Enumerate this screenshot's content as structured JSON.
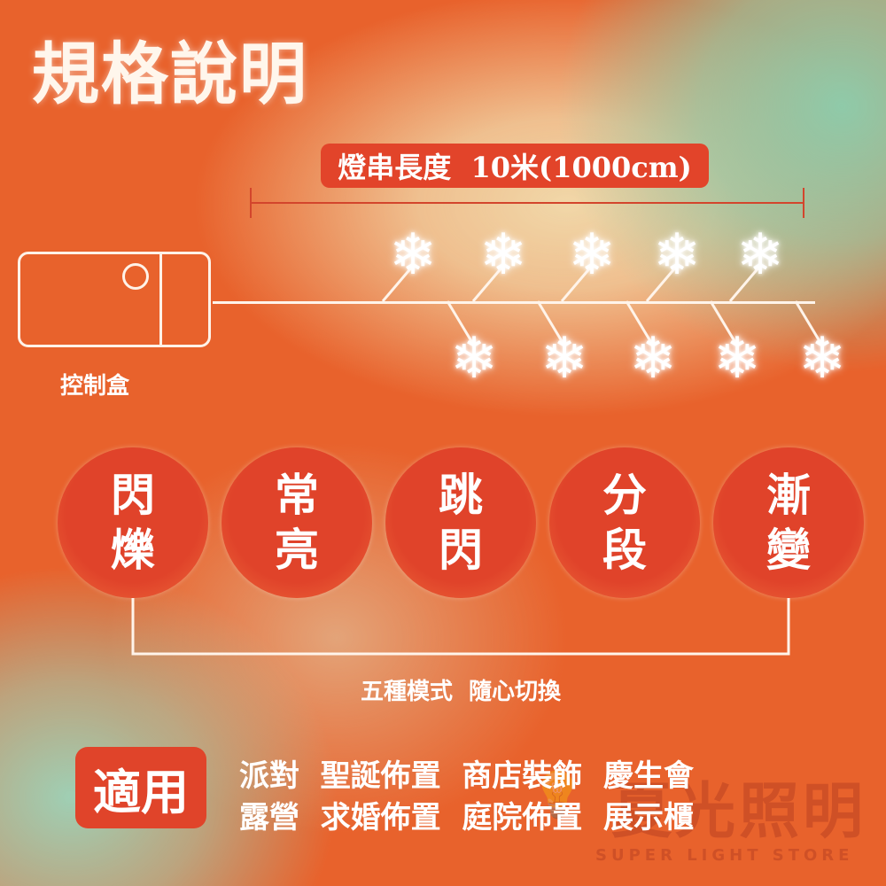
{
  "title": "規格說明",
  "length_label": "燈串長度  10米(1000cm)",
  "controller_label": "控制盒",
  "snowflake_icon": "❄",
  "modes": [
    {
      "line1": "閃",
      "line2": "爍"
    },
    {
      "line1": "常",
      "line2": "亮"
    },
    {
      "line1": "跳",
      "line2": "閃"
    },
    {
      "line1": "分",
      "line2": "段"
    },
    {
      "line1": "漸",
      "line2": "變"
    }
  ],
  "modes_caption": "五種模式  隨心切換",
  "usage": {
    "badge": "適用",
    "line1": "派對  聖誕佈置  商店裝飾  慶生會",
    "line2": "露營  求婚佈置  庭院佈置  展示櫃"
  },
  "watermark": {
    "name": "夏光照明",
    "sub": "SUPER LIGHT STORE"
  },
  "colors": {
    "accent": "#e2442a",
    "background": "#e8622c",
    "green": "#8fcaa9"
  }
}
